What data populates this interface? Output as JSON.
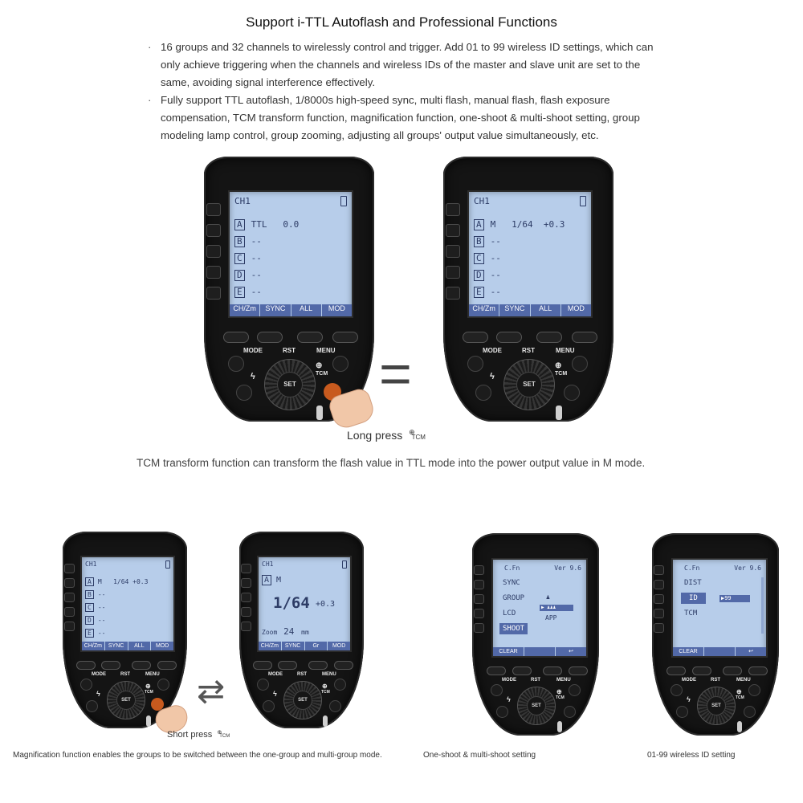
{
  "title": "Support i-TTL Autoflash and Professional Functions",
  "bullets": [
    "16 groups and 32 channels to wirelessly control and trigger. Add 01 to 99 wireless ID settings, which can only achieve triggering when the channels and wireless IDs of the master and slave unit are set to the same, avoiding signal interference effectively.",
    "Fully support TTL autoflash, 1/8000s high-speed sync, multi flash, manual flash, flash exposure compensation, TCM transform function, magnification function, one-shoot & multi-shoot setting, group modeling lamp control, group zooming, adjusting all groups' output value simultaneously, etc."
  ],
  "labels": {
    "mode": "MODE",
    "rst": "RST",
    "menu": "MENU",
    "tcm": "TCM",
    "set": "SET",
    "flash": "ϟ",
    "zoom_glyph": "⊕"
  },
  "top_left_device": {
    "channel": "CH1",
    "groups": [
      {
        "letter": "A",
        "value": "TTL   0.0"
      },
      {
        "letter": "B",
        "value": "--"
      },
      {
        "letter": "C",
        "value": "--"
      },
      {
        "letter": "D",
        "value": "--"
      },
      {
        "letter": "E",
        "value": "--"
      }
    ],
    "softkeys": [
      "CH/Zm",
      "SYNC",
      "ALL",
      "MOD"
    ]
  },
  "top_right_device": {
    "channel": "CH1",
    "groups": [
      {
        "letter": "A",
        "value": "M   1/64  +0.3"
      },
      {
        "letter": "B",
        "value": "--"
      },
      {
        "letter": "C",
        "value": "--"
      },
      {
        "letter": "D",
        "value": "--"
      },
      {
        "letter": "E",
        "value": "--"
      }
    ],
    "softkeys": [
      "CH/Zm",
      "SYNC",
      "ALL",
      "MOD"
    ]
  },
  "equals_sign": "=",
  "long_press": {
    "text": "Long press",
    "icon_label": "TCM"
  },
  "tcm_caption": "TCM transform function can transform the flash value in TTL mode into the power output value in M mode.",
  "bottom_1": {
    "channel": "CH1",
    "groups": [
      {
        "letter": "A",
        "value": "M   1/64 +0.3"
      },
      {
        "letter": "B",
        "value": "--"
      },
      {
        "letter": "C",
        "value": "--"
      },
      {
        "letter": "D",
        "value": "--"
      },
      {
        "letter": "E",
        "value": "--"
      }
    ],
    "softkeys": [
      "CH/Zm",
      "SYNC",
      "ALL",
      "MOD"
    ]
  },
  "bottom_2": {
    "channel": "CH1",
    "group": "A",
    "mode": "M",
    "power": "1/64",
    "comp": "+0.3",
    "zoom_label": "Zoom",
    "zoom_value": "24",
    "zoom_unit": "mm",
    "softkeys": [
      "CH/Zm",
      "SYNC",
      "Gr",
      "MOD"
    ]
  },
  "swap_arrows": "⇄",
  "short_press": {
    "text": "Short press",
    "icon_label": "TCM"
  },
  "bottom_3": {
    "header_left": "C.Fn",
    "header_right": "Ver 9.6",
    "menu": [
      "SYNC",
      "GROUP",
      "LCD",
      "SHOOT"
    ],
    "selected": "SHOOT",
    "option_right": "APP",
    "softkeys": [
      "CLEAR",
      "",
      "↩"
    ]
  },
  "bottom_4": {
    "header_left": "C.Fn",
    "header_right": "Ver 9.6",
    "menu": [
      "DIST",
      "ID",
      "TCM"
    ],
    "selected": "ID",
    "id_value": "99",
    "softkeys": [
      "CLEAR",
      "",
      "↩"
    ]
  },
  "captions_bottom": {
    "magnification": "Magnification function enables the groups to be switched between the one-group and multi-group mode.",
    "oneshoot": "One-shoot & multi-shoot setting",
    "wireless_id": "01-99 wireless ID setting"
  }
}
